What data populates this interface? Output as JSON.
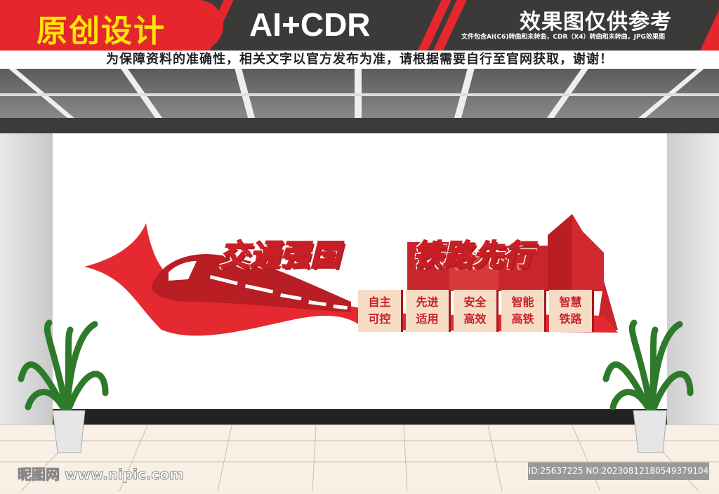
{
  "header": {
    "original_label": "原创设计",
    "format_label": "AI+CDR",
    "preview_note": "效果图仅供参考",
    "file_note": "文件包含AI(C6)转曲和未转曲，CDR（X4）转曲和未转曲，JPG效果图"
  },
  "notice": "为保障资料的准确性，相关文字以官方发布为准，请根据需要自行至官网获取，谢谢！",
  "sign": {
    "title_left": "交通强国",
    "title_right": "铁路先行",
    "boxes": [
      {
        "l1": "自主",
        "l2": "可控"
      },
      {
        "l1": "先进",
        "l2": "适用"
      },
      {
        "l1": "安全",
        "l2": "高效"
      },
      {
        "l1": "智能",
        "l2": "高铁"
      },
      {
        "l1": "智慧",
        "l2": "铁路"
      }
    ]
  },
  "watermark": {
    "site": "昵图网 www.nipic.com",
    "id": "ID:25637225 NO:20230812180549379104"
  },
  "colors": {
    "brand_red": "#e5262d",
    "dark": "#3c3a39",
    "accent_yellow": "#ffe600",
    "panel": "#f6dcc4"
  }
}
